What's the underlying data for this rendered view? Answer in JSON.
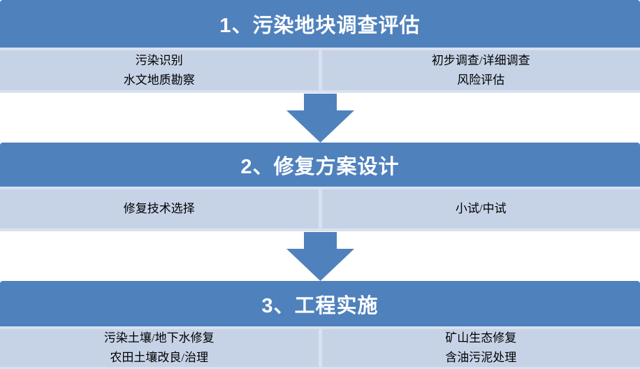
{
  "colors": {
    "header_bg": "#4F81BD",
    "cell_bg": "#C6D3E7",
    "cell_edge": "#D9E1F0",
    "arrow": "#4F81BD",
    "header_text": "#FFFFFF",
    "cell_text": "#000000"
  },
  "sections": [
    {
      "title": "1、污染地块调查评估",
      "left_items": [
        "污染识别",
        "水文地质勘察"
      ],
      "right_items": [
        "初步调查/详细调查",
        "风险评估"
      ]
    },
    {
      "title": "2、修复方案设计",
      "left_items": [
        "修复技术选择"
      ],
      "right_items": [
        "小试/中试"
      ]
    },
    {
      "title": "3、工程实施",
      "left_items": [
        "污染土壤/地下水修复",
        "农田土壤改良/治理"
      ],
      "right_items": [
        "矿山生态修复",
        "含油污泥处理"
      ]
    }
  ]
}
